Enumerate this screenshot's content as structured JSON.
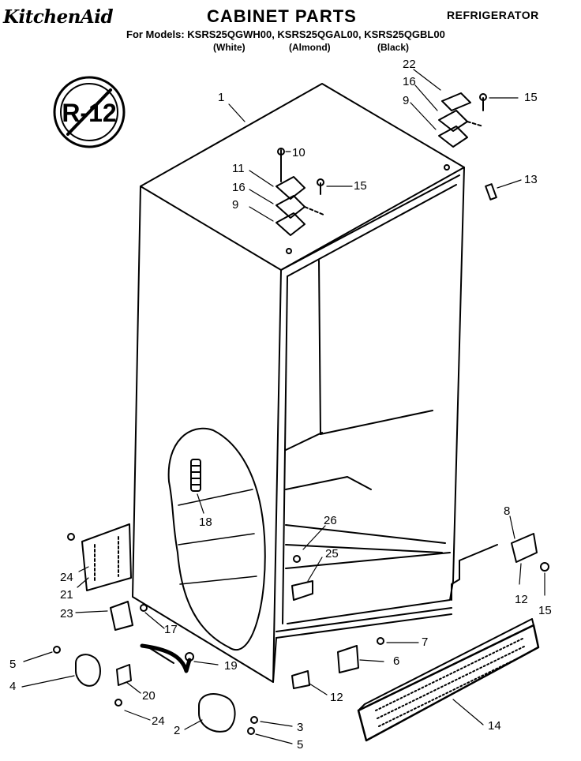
{
  "header": {
    "brand": "KitchenAid",
    "title": "CABINET PARTS",
    "category": "REFRIGERATOR",
    "models_line": "For Models: KSRS25QGWH00, KSRS25QGAL00, KSRS25QGBL00",
    "colors": [
      "(White)",
      "(Almond)",
      "(Black)"
    ]
  },
  "badge": {
    "text": "R-12"
  },
  "callouts": [
    "1",
    "22",
    "16",
    "9",
    "15",
    "10",
    "11",
    "15",
    "16",
    "9",
    "13",
    "18",
    "8",
    "26",
    "25",
    "24",
    "21",
    "23",
    "17",
    "12",
    "15",
    "7",
    "6",
    "5",
    "4",
    "19",
    "20",
    "12",
    "24",
    "2",
    "3",
    "5",
    "14"
  ]
}
